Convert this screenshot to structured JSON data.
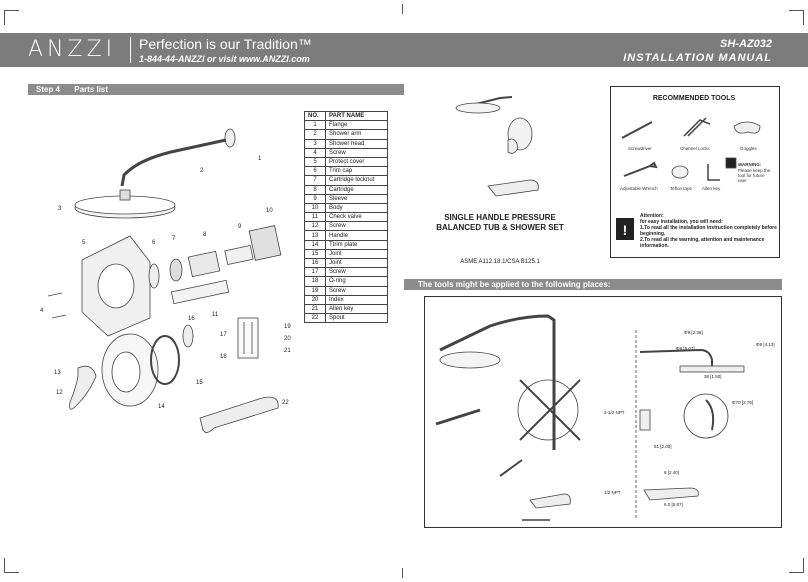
{
  "header": {
    "logo": "ANZZI",
    "tagline": "Perfection is our Tradition™",
    "contact": "1-844-44-ANZZI or visit www.ANZZI.com",
    "model": "SH-AZ032",
    "manual_title": "INSTALLATION MANUAL"
  },
  "step": {
    "label": "Step 4",
    "title": "Parts list"
  },
  "parts_table": {
    "col_no": "NO.",
    "col_name": "PART NAME",
    "rows": [
      {
        "no": "1",
        "name": "Flange"
      },
      {
        "no": "2",
        "name": "Shower arm"
      },
      {
        "no": "3",
        "name": "Shower head"
      },
      {
        "no": "4",
        "name": "Screw"
      },
      {
        "no": "5",
        "name": "Protect cover"
      },
      {
        "no": "6",
        "name": "Trim cap"
      },
      {
        "no": "7",
        "name": "Cartridge locknut"
      },
      {
        "no": "8",
        "name": "Cartridge"
      },
      {
        "no": "9",
        "name": "Sleeve"
      },
      {
        "no": "10",
        "name": "Body"
      },
      {
        "no": "11",
        "name": "Check valve"
      },
      {
        "no": "12",
        "name": "Screw"
      },
      {
        "no": "13",
        "name": "Handle"
      },
      {
        "no": "14",
        "name": "Ttrim plate"
      },
      {
        "no": "15",
        "name": "Joint"
      },
      {
        "no": "16",
        "name": "Joint"
      },
      {
        "no": "17",
        "name": "Screw"
      },
      {
        "no": "18",
        "name": "O-ring"
      },
      {
        "no": "19",
        "name": "Screw"
      },
      {
        "no": "20",
        "name": "Index"
      },
      {
        "no": "21",
        "name": "Allen key"
      },
      {
        "no": "22",
        "name": "Spout"
      }
    ]
  },
  "callouts": [
    "1",
    "2",
    "3",
    "4",
    "5",
    "6",
    "7",
    "8",
    "9",
    "10",
    "11",
    "12",
    "13",
    "14",
    "15",
    "16",
    "17",
    "18",
    "19",
    "20",
    "21",
    "22"
  ],
  "product": {
    "name_line1": "SINGLE HANDLE PRESSURE",
    "name_line2": "BALANCED TUB & SHOWER SET",
    "standard": "ASME A112.18.1/CSA B125.1"
  },
  "tools": {
    "title": "RECOMMENDED TOOLS",
    "items": [
      "Screwdriver",
      "Channel Locks",
      "Goggles",
      "Adjustable Wrench",
      "Teflon tape",
      "Allen key"
    ],
    "warning_title": "WARNING:",
    "warning_text": "Please keep the tool for future use!"
  },
  "attention": {
    "title": "Attention:",
    "intro": "for easy installation, you will need:",
    "line1": "1.To read all the installation instruction completely before beginning.",
    "line2": "2.To read all the warning, attention and maintenance information."
  },
  "places_bar": "The tools might be applied to the following places:",
  "dimensions": [
    "Φ9 [2.36]",
    "Φ8 [5.07]",
    "38 [1.50]",
    "Φ8 [4.13]",
    "51 [2.00]",
    "2-1/2 NPT",
    "Φ70 [2.76]",
    "8 [2.40]",
    "6.0 [5.87]",
    "1/2 NPT"
  ]
}
